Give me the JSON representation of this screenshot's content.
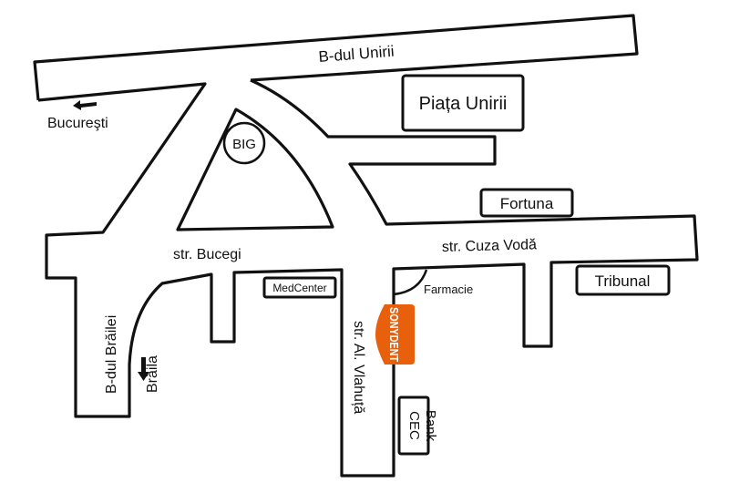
{
  "streets": {
    "unirii": "B-dul Unirii",
    "bucegi": "str. Bucegi",
    "cuza_voda": "str. Cuza Vodă",
    "brailei": "B-dul Brăilei",
    "vlahuta": "str. Al. Vlahuță"
  },
  "directions": {
    "bucuresti": "Bucureşti",
    "braila": "Brăila"
  },
  "landmarks": {
    "piata_unirii": "Piața Unirii",
    "big": "BIG",
    "fortuna": "Fortuna",
    "medcenter": "MedCenter",
    "farmacie": "Farmacie",
    "tribunal": "Tribunal",
    "cec_bank_line1": "CEC",
    "cec_bank_line2": "Bank"
  },
  "destination": {
    "name": "SONYDENT",
    "color": "#e8600c"
  }
}
